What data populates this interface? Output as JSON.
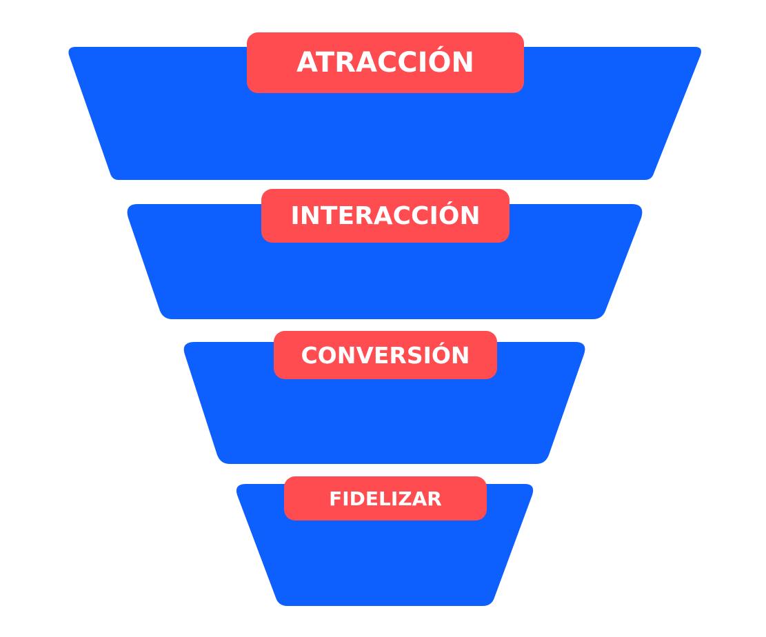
{
  "colors": {
    "background": "#ffffff",
    "funnel_fill": "#0d5ffe",
    "label_fill": "#ff4c51",
    "label_text": "#ffffff"
  },
  "funnel": {
    "stages": [
      {
        "label": "ATRACCIÓN"
      },
      {
        "label": "INTERACCIÓN"
      },
      {
        "label": "CONVERSIÓN"
      },
      {
        "label": "FIDELIZAR"
      }
    ]
  }
}
